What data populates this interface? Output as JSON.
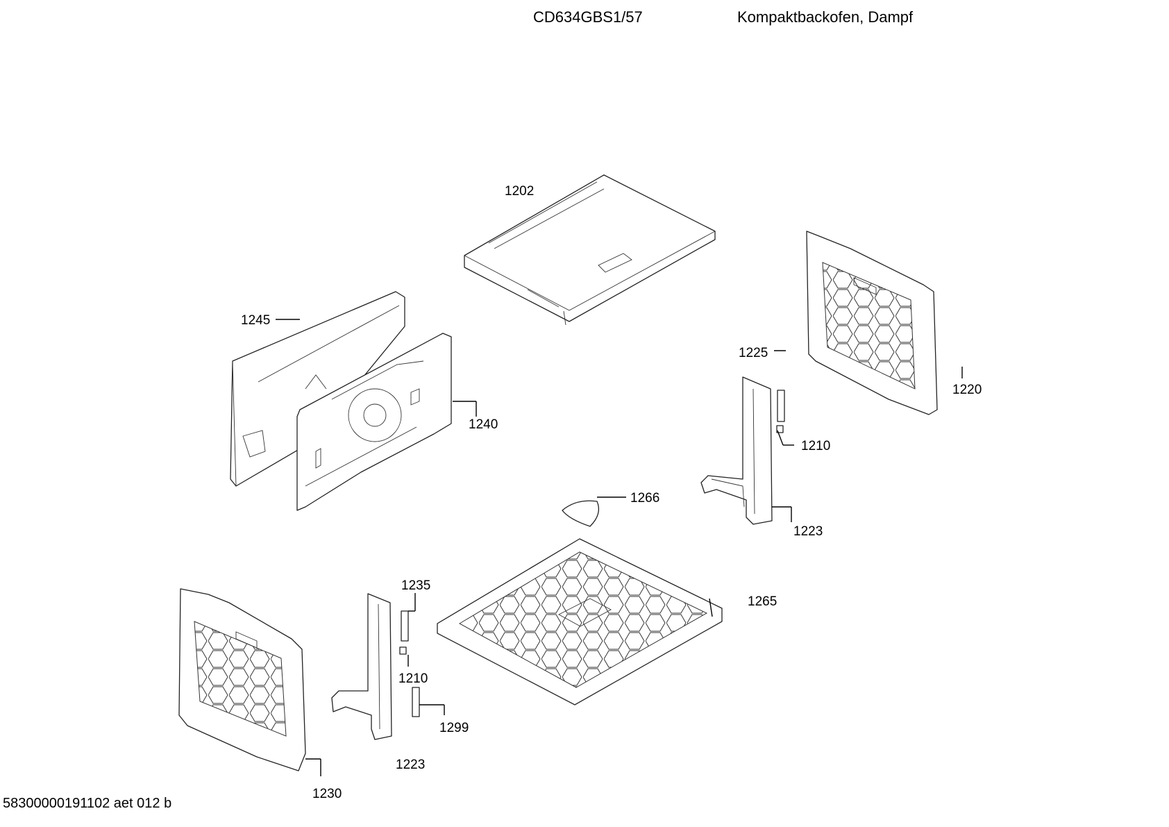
{
  "header": {
    "model": "CD634GBS1/57",
    "description": "Kompaktbackofen, Dampf"
  },
  "footer": {
    "code": "58300000191102 aet 012 b"
  },
  "callouts": [
    {
      "id": "c1202",
      "label": "1202"
    },
    {
      "id": "c1245",
      "label": "1245"
    },
    {
      "id": "c1240",
      "label": "1240"
    },
    {
      "id": "c1225",
      "label": "1225"
    },
    {
      "id": "c1220",
      "label": "1220"
    },
    {
      "id": "c1210a",
      "label": "1210"
    },
    {
      "id": "c1266",
      "label": "1266"
    },
    {
      "id": "c1223a",
      "label": "1223"
    },
    {
      "id": "c1265",
      "label": "1265"
    },
    {
      "id": "c1235",
      "label": "1235"
    },
    {
      "id": "c1210b",
      "label": "1210"
    },
    {
      "id": "c1299",
      "label": "1299"
    },
    {
      "id": "c1223b",
      "label": "1223"
    },
    {
      "id": "c1230",
      "label": "1230"
    }
  ]
}
